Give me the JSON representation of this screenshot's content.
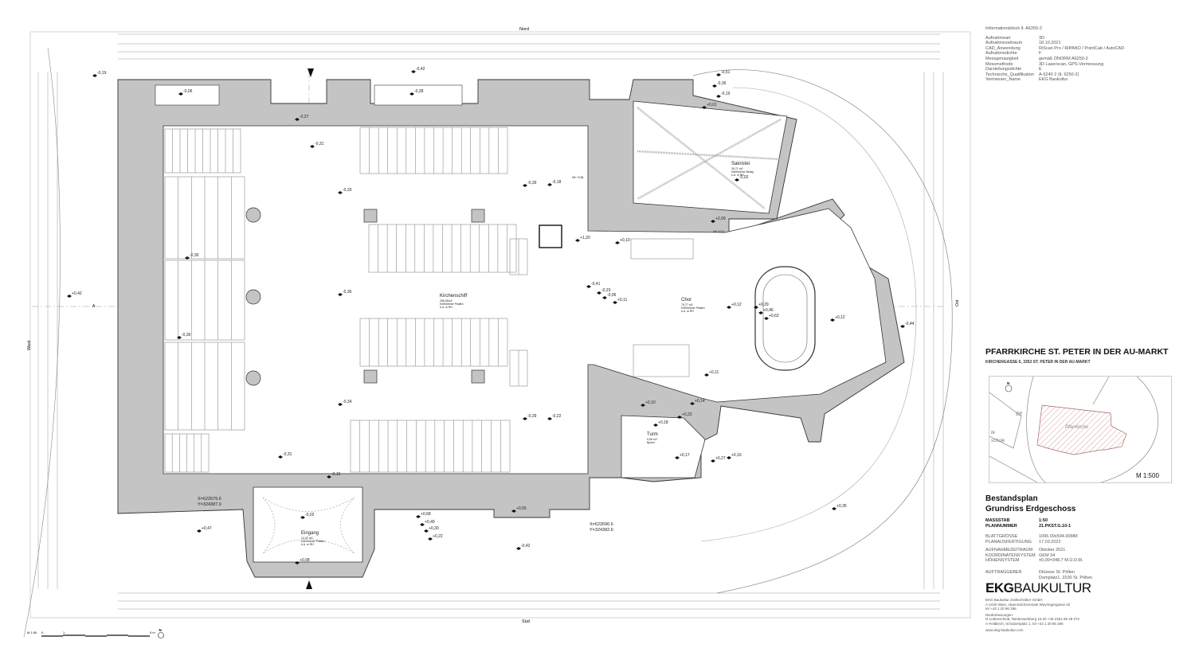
{
  "plan": {
    "north_label": "Nord",
    "south_label": "Süd",
    "west_label": "West",
    "east_label": "Ost",
    "section_marker": "A",
    "levels": [
      "-0,19",
      "-0,42",
      "-0,06",
      "-0,28",
      "-0,51",
      "-0,36",
      "-0,19",
      "+0,01",
      "-0,27",
      "-0,31",
      "-0,33",
      "-0,39",
      "-0,18",
      "-0,02",
      "+2,09",
      "+1,20",
      "+0,10",
      "-0,30",
      "+0,42",
      "-0,36",
      "-0,41",
      "-0,23",
      "-0,06",
      "+0,11",
      "+0,12",
      "+0,29",
      "+0,46",
      "+0,62",
      "+0,12",
      "-0,44",
      "-0,30",
      "+0,11",
      "-0,34",
      "+0,14",
      "-0,39",
      "-0,22",
      "+0,10",
      "+0,22",
      "+0,18",
      "+0,16",
      "+0,17",
      "+0,27",
      "-0,31",
      "-0,16",
      "+0,55",
      "+0,68",
      "+0,49",
      "+0,30",
      "+0,22",
      "-0,02",
      "+0,47",
      "-0,42",
      "+0,08",
      "+0,35"
    ],
    "rooms": [
      {
        "name": "Kirchenschiff",
        "area": "256,06m2",
        "floor": "Kehlheimer Platten",
        "height": "k.A. m RH"
      },
      {
        "name": "Chor",
        "area": "75,77 m2",
        "floor": "Kehlheimer Platten",
        "height": "k.A. m RH"
      },
      {
        "name": "Sakristei",
        "area": "26,71 m2",
        "floor": "Kehlheimer Belag",
        "height": "k.A. m RH"
      },
      {
        "name": "Turm",
        "area": "9,68 m2",
        "floor": "Bpsnn",
        "height": ""
      },
      {
        "name": "Eingang",
        "area": "12,02 m2",
        "floor": "Kehlheimer Platten",
        "height": "k.A. m RH"
      }
    ],
    "coords": [
      {
        "x": "X=622679.6",
        "y": "Y=324387.0"
      },
      {
        "x": "X=622696.6",
        "y": "Y=324382.6"
      }
    ],
    "uk_labels": [
      "UK +2,81",
      "UK +2,11"
    ],
    "scale_bar": {
      "label": "M 1:50",
      "start": "0",
      "mid": "1",
      "end": "5 m"
    },
    "north_arrow": "N",
    "colors": {
      "wall": "#c4c4c4",
      "line": "#333333",
      "map_hatch": "#d9a0a0"
    }
  },
  "info_block": {
    "heading": "Informationsblock lt. A6250-2",
    "rows": [
      {
        "k": "Aufnahmeart",
        "v": "3D"
      },
      {
        "k": "Aufnahmezeitraum",
        "v": "18.10.2021"
      },
      {
        "k": "CAD_Anwendung",
        "v": "RiScan Pro / RiPANO / PointCab / AutoCAD"
      },
      {
        "k": "Aufnahmedichte",
        "v": "F"
      },
      {
        "k": "Messgenauigkeit",
        "v": "gemäß ÖNORM A6250-2"
      },
      {
        "k": "Messmethode",
        "v": "3D Laserscan, GPS-Vermessung"
      },
      {
        "k": "Darstellungsdichte",
        "v": "E"
      },
      {
        "k": "Technische_Qualifikation",
        "v": "A-6240 2 (lt. 6250-2)"
      },
      {
        "k": "Vermesser_Name",
        "v": "EKG Baukultur"
      }
    ]
  },
  "title_block": {
    "title": "PFARRKIRCHE ST. PETER IN DER AU-MARKT",
    "address": "KIRCHENGASSE 6, 3352 ST. PETER IN DER AU-MARKT",
    "map_labels": [
      "68",
      "Pfarrkirche",
      "te",
      "schule",
      "N"
    ],
    "map_scale": "M 1:500",
    "plan_type": "Bestandsplan",
    "plan_name": "Grundriss Erdgeschoss",
    "main_rows": [
      {
        "k": "MASSSTAB",
        "v": "1:50"
      },
      {
        "k": "PLANNUMMER",
        "v": "21.PKST.G.10-1"
      }
    ],
    "meta_rows_1": [
      {
        "k": "BLATTGRÖSSE",
        "v": "1096.00x594.00MM"
      },
      {
        "k": "PLANAUSFERTIGUNG",
        "v": "17.03.2022"
      }
    ],
    "meta_rows_2": [
      {
        "k": "AUFNAHMEZEITRAUM",
        "v": "Oktober 2021"
      },
      {
        "k": "KOORDINATENSYSTEM",
        "v": "GKM 34"
      },
      {
        "k": "HÖHENSYSTEM",
        "v": "±0,00=348,7 M.Ü.D.M."
      }
    ],
    "client_row": {
      "k": "AUFTRAGGEBER",
      "v1": "Diözese St. Pölten",
      "v2": "Domplatz1, 3100 St. Pölten"
    },
    "logo_bold": "EKG",
    "logo_light": "BAUKULTUR",
    "company_lines": [
      "EKG Baukultur Ziviltechniker GmbH",
      "A-1040 Wien, Alpenmilchzentrale Weyringergasse 22",
      "tel +43 1 20 86 286",
      "Niederlassungen:",
      "D-Lüdenscheid, Niedenwehberg 15 tel +49 2351 89 48 072",
      "A-Feldkirch, Schubertplatz 1, tel +43 1 20 86 286",
      "www.ekg-baukultur.com"
    ]
  }
}
